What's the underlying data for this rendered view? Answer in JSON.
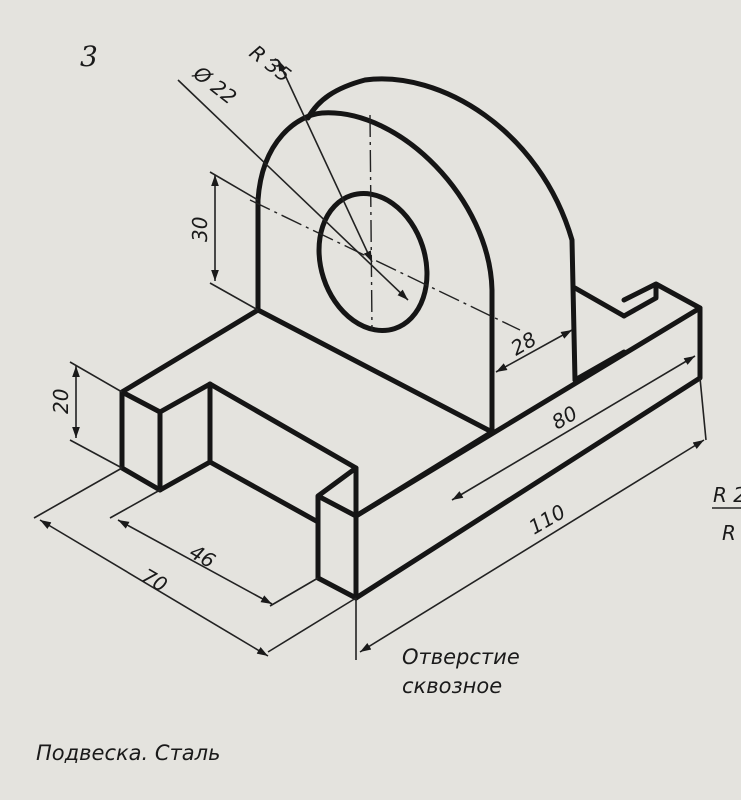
{
  "figure_number": "3",
  "caption": "Подвеска. Сталь",
  "note": {
    "line1": "Отверстие",
    "line2": "сквозное"
  },
  "dimensions": {
    "radius": "R 35",
    "hole_diameter": "Ø 22",
    "hole_height": "30",
    "base_height": "20",
    "wall_thickness": "28",
    "slot_length": "80",
    "total_length": "110",
    "slot_width": "46",
    "total_width": "70"
  },
  "cut_off_text": {
    "line1": "R 2",
    "line2": "R"
  }
}
